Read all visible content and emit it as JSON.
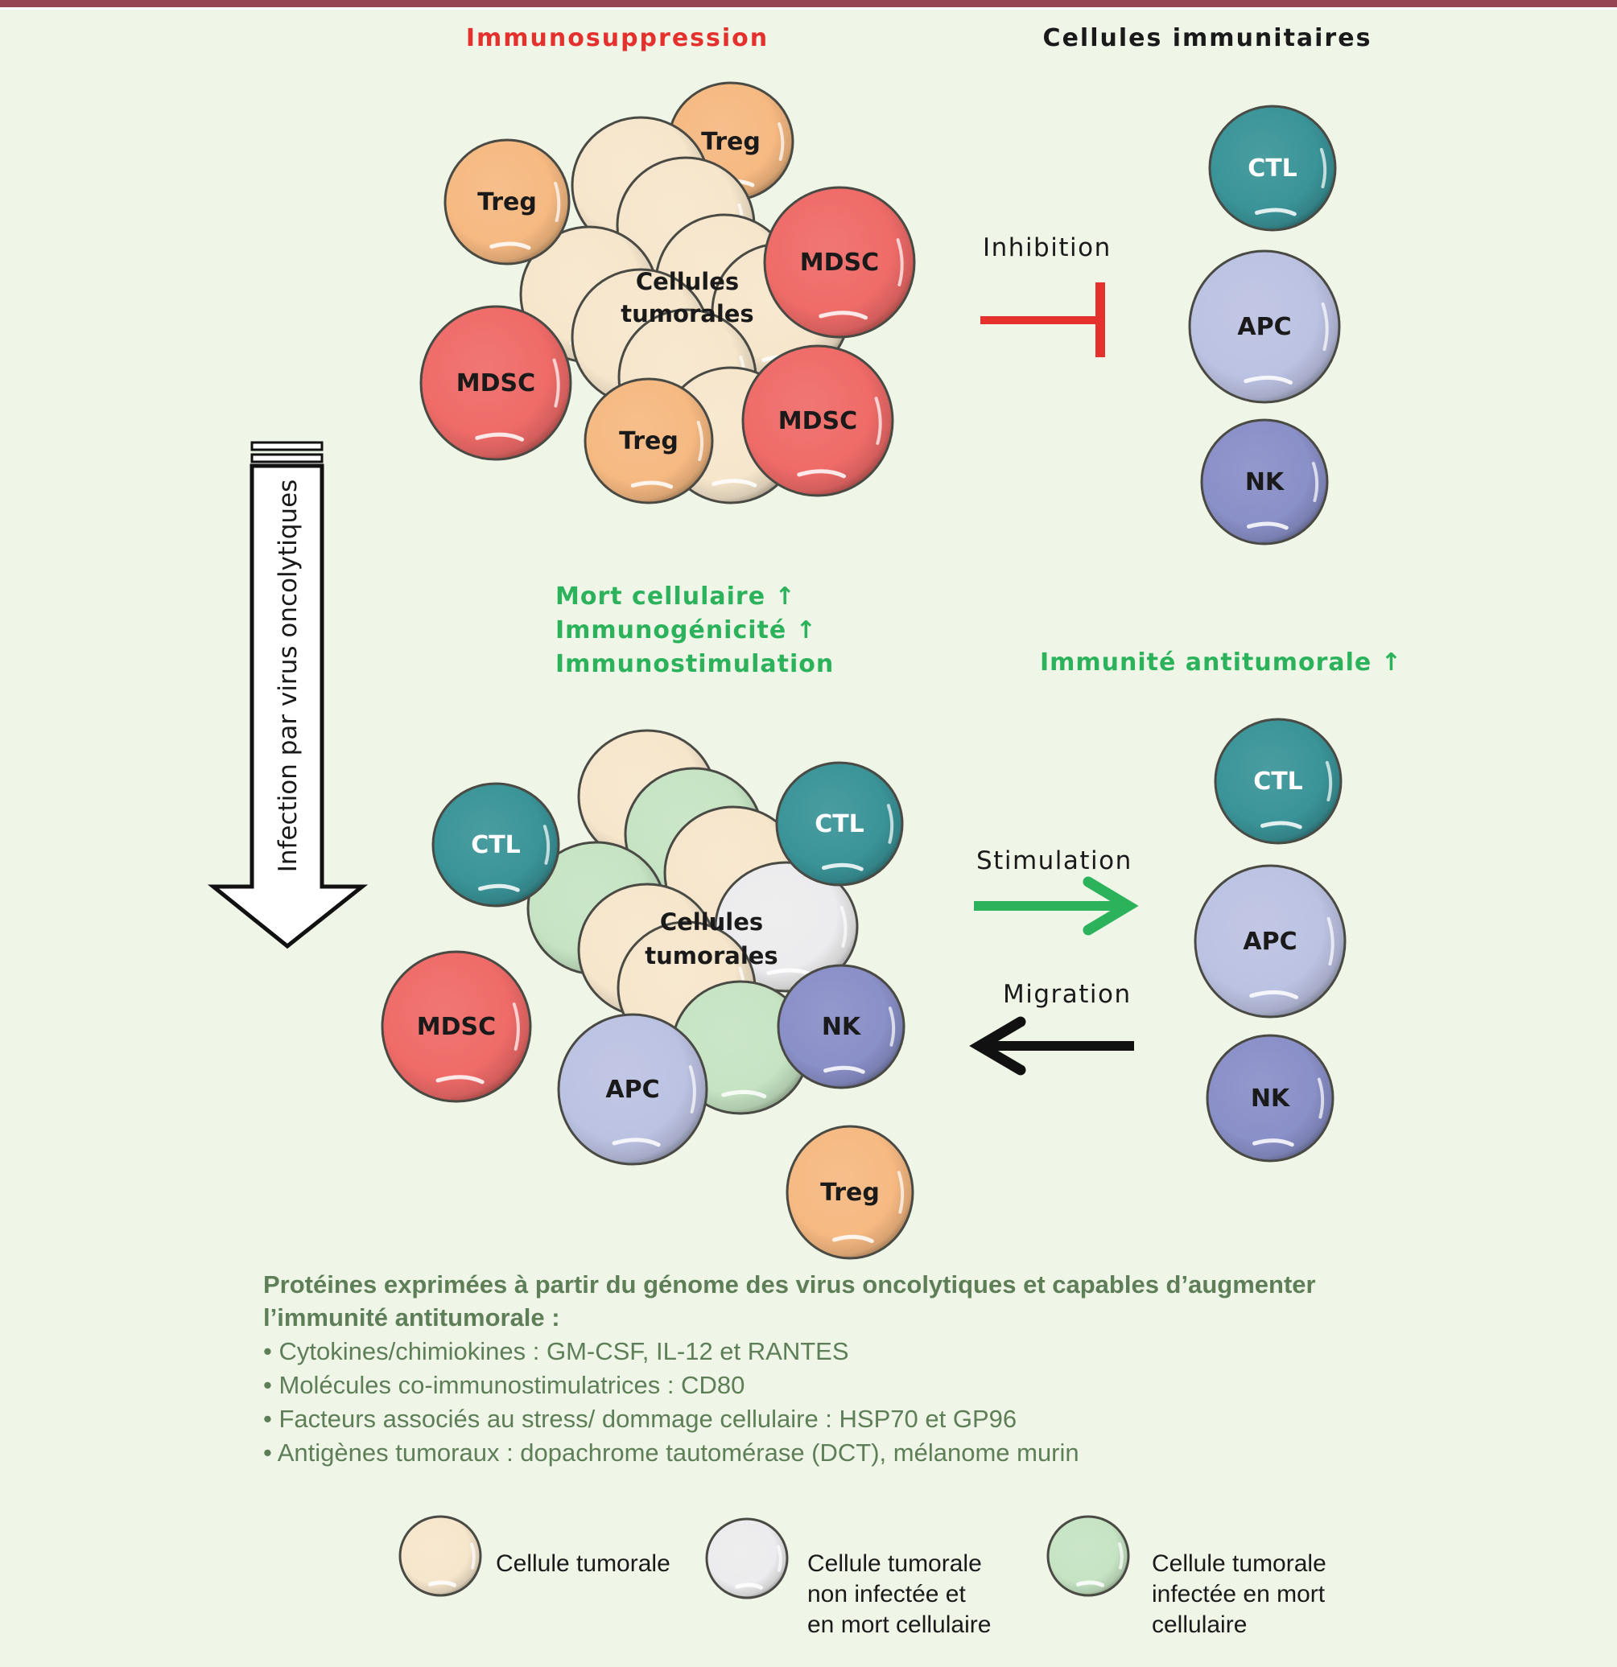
{
  "headers": {
    "immunosuppression": "Immunosuppression",
    "immune_cells": "Cellules immunitaires"
  },
  "colors": {
    "frame_bar": "#954552",
    "background": "#eff6e8",
    "red_text": "#e5312e",
    "green_text": "#2db25c",
    "olive_text": "#5e7e58",
    "tumor": "#f6e6cc",
    "tumor_dead_uninfected": "#ececee",
    "tumor_infected_dead": "#c6e4c4",
    "treg": "#f6b982",
    "mdsc": "#ef6b68",
    "ctl": "#3a9498",
    "apc": "#bcc2e2",
    "nk": "#8a90c8"
  },
  "top_cluster": {
    "label_line1": "Cellules",
    "label_line2": "tumorales",
    "cells": [
      {
        "type": "treg",
        "label": "Treg"
      },
      {
        "type": "tumor",
        "label": ""
      },
      {
        "type": "tumor",
        "label": ""
      },
      {
        "type": "tumor",
        "label": ""
      },
      {
        "type": "tumor",
        "label": ""
      },
      {
        "type": "tumor",
        "label": ""
      },
      {
        "type": "tumor",
        "label": ""
      },
      {
        "type": "tumor",
        "label": ""
      },
      {
        "type": "tumor",
        "label": ""
      },
      {
        "type": "treg",
        "label": "Treg"
      },
      {
        "type": "mdsc",
        "label": "MDSC"
      },
      {
        "type": "mdsc",
        "label": "MDSC"
      },
      {
        "type": "mdsc",
        "label": "MDSC"
      },
      {
        "type": "treg",
        "label": "Treg"
      }
    ]
  },
  "top_immune": {
    "cells": [
      {
        "type": "ctl",
        "label": "CTL"
      },
      {
        "type": "apc",
        "label": "APC"
      },
      {
        "type": "nk",
        "label": "NK"
      }
    ]
  },
  "inhibition": {
    "label": "Inhibition"
  },
  "infection_arrow": {
    "label": "Infection par virus oncolytiques"
  },
  "effects": {
    "lines": [
      "Mort cellulaire ↑",
      "Immunogénicité ↑",
      "Immunostimulation"
    ],
    "antitumor": "Immunité antitumorale ↑"
  },
  "bottom_cluster": {
    "label_line1": "Cellules",
    "label_line2": "tumorales",
    "cells": [
      {
        "type": "tumor",
        "label": ""
      },
      {
        "type": "tumor_infected_dead",
        "label": ""
      },
      {
        "type": "tumor_infected_dead",
        "label": ""
      },
      {
        "type": "tumor",
        "label": ""
      },
      {
        "type": "tumor",
        "label": ""
      },
      {
        "type": "tumor_dead_uninfected",
        "label": ""
      },
      {
        "type": "tumor",
        "label": ""
      },
      {
        "type": "tumor_infected_dead",
        "label": ""
      },
      {
        "type": "ctl",
        "label": "CTL"
      },
      {
        "type": "ctl",
        "label": "CTL"
      },
      {
        "type": "mdsc",
        "label": "MDSC"
      },
      {
        "type": "apc",
        "label": "APC"
      },
      {
        "type": "nk",
        "label": "NK"
      },
      {
        "type": "treg",
        "label": "Treg"
      }
    ]
  },
  "bottom_immune": {
    "cells": [
      {
        "type": "ctl",
        "label": "CTL"
      },
      {
        "type": "apc",
        "label": "APC"
      },
      {
        "type": "nk",
        "label": "NK"
      }
    ]
  },
  "stimulation": {
    "label": "Stimulation"
  },
  "migration": {
    "label": "Migration"
  },
  "proteins": {
    "title_line1": "Protéines exprimées à partir du génome des virus oncolytiques et capables d’augmenter",
    "title_line2": "l’immunité antitumorale :",
    "bullets": [
      "• Cytokines/chimiokines : GM-CSF, IL-12 et RANTES",
      "• Molécules co-immunostimulatrices : CD80",
      "• Facteurs associés au stress/ dommage cellulaire : HSP70 et GP96",
      "• Antigènes tumoraux : dopachrome tautomérase (DCT), mélanome murin"
    ]
  },
  "legend": {
    "items": [
      {
        "type": "tumor",
        "lines": [
          "Cellule tumorale"
        ]
      },
      {
        "type": "tumor_dead_uninfected",
        "lines": [
          "Cellule tumorale",
          "non infectée et",
          "en mort cellulaire"
        ]
      },
      {
        "type": "tumor_infected_dead",
        "lines": [
          "Cellule tumorale",
          "infectée en mort",
          "cellulaire"
        ]
      }
    ]
  }
}
